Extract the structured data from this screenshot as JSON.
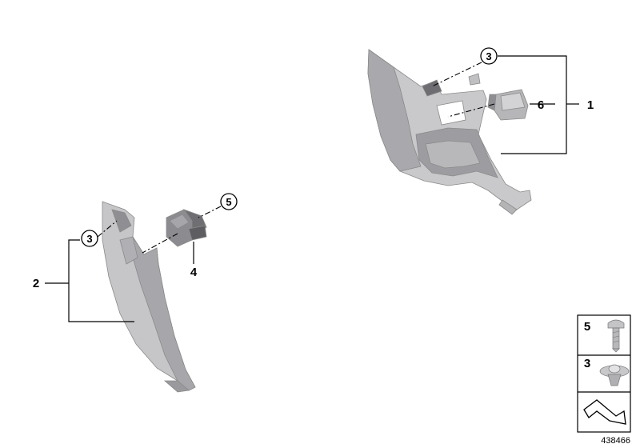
{
  "callouts": {
    "part_1": "1",
    "part_2": "2",
    "part_3_upper": "3",
    "part_3_lower": "3",
    "part_4": "4",
    "part_5": "5",
    "part_6": "6"
  },
  "legend": {
    "row_screw": "5",
    "row_clip": "3"
  },
  "diagram_number": "438466",
  "colors": {
    "part_fill_light": "#cfcfd1",
    "part_fill_mid": "#b3b3b6",
    "part_fill_dark": "#8f8f93",
    "line": "#000000"
  }
}
